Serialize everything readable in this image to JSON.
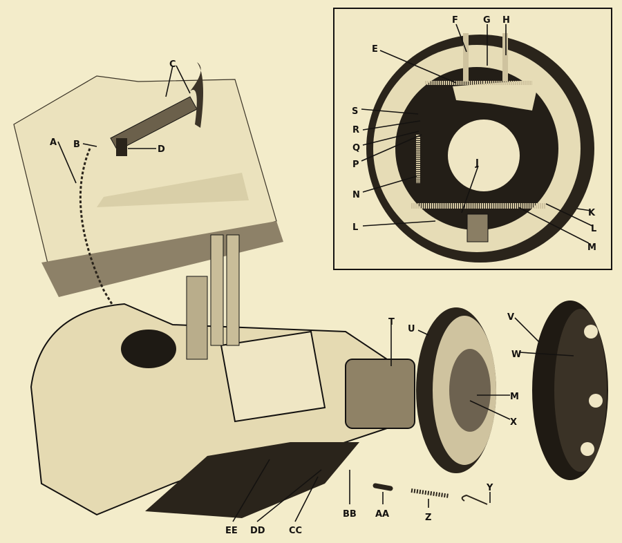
{
  "labels": {
    "A": "A",
    "B": "B",
    "C": "C",
    "D": "D",
    "E": "E",
    "F": "F",
    "G": "G",
    "H": "H",
    "J": "J",
    "K": "K",
    "L1": "L",
    "L2": "L",
    "M1": "M",
    "N": "N",
    "P": "P",
    "Q": "Q",
    "R": "R",
    "S": "S",
    "T": "T",
    "U": "U",
    "V": "V",
    "W": "W",
    "M2": "M",
    "X": "X",
    "Y": "Y",
    "Z": "Z",
    "AA": "AA",
    "BB": "BB",
    "CC": "CC",
    "DD": "DD",
    "EE": "EE"
  },
  "colors": {
    "paper": "#f3ecca",
    "ink": "#141210",
    "shade": "#5a4f3c"
  }
}
